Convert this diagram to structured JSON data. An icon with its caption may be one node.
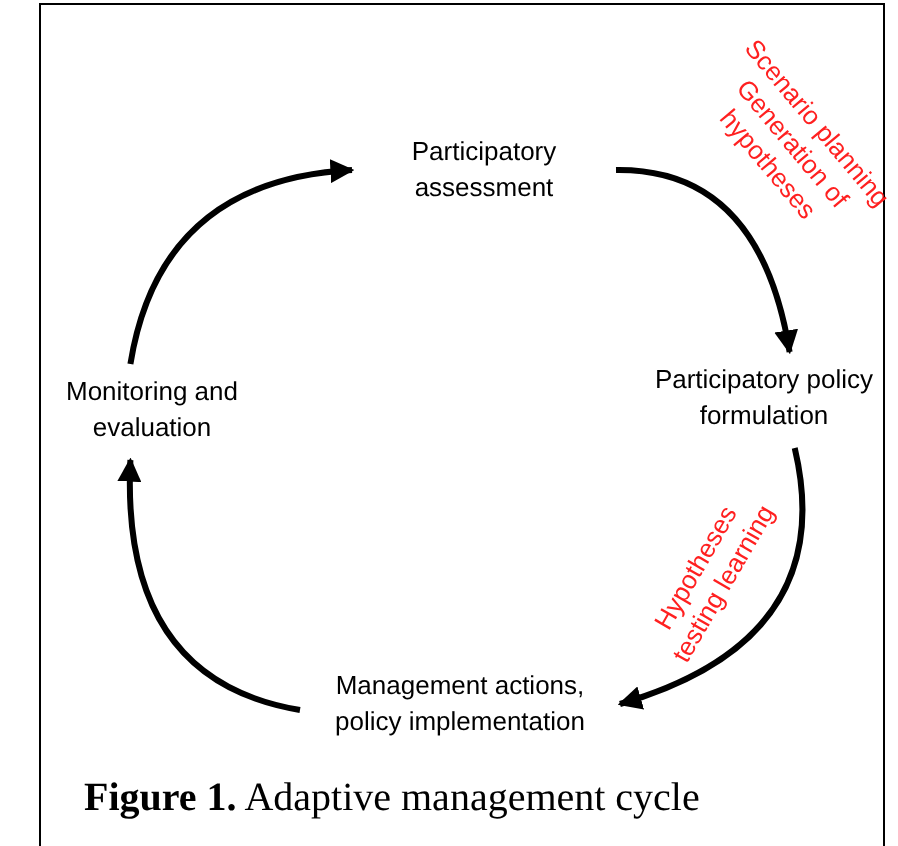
{
  "diagram": {
    "caption": "**Figure 1.** Adaptive management cycle",
    "nodes": [
      {
        "text": [
          "Participatory assessment"
        ]
      },
      {
        "text": [
          "Participatory policy formulation"
        ]
      },
      {
        "text": [
          "Management actions, policy implementation"
        ]
      },
      {
        "text": [
          "Monitoring and evaluation"
        ]
      }
    ],
    "edges": [
      {
        "from": 0,
        "to": 1,
        "arrow": "to",
        "label": "Scenario planning Generation of hypotheses"
      },
      {
        "from": 1,
        "to": 2,
        "arrow": "to",
        "label": "Hypotheses testing learning"
      },
      {
        "from": 2,
        "to": 3,
        "arrow": "to"
      },
      {
        "from": 3,
        "to": 0,
        "arrow": "to"
      }
    ]
  }
}
